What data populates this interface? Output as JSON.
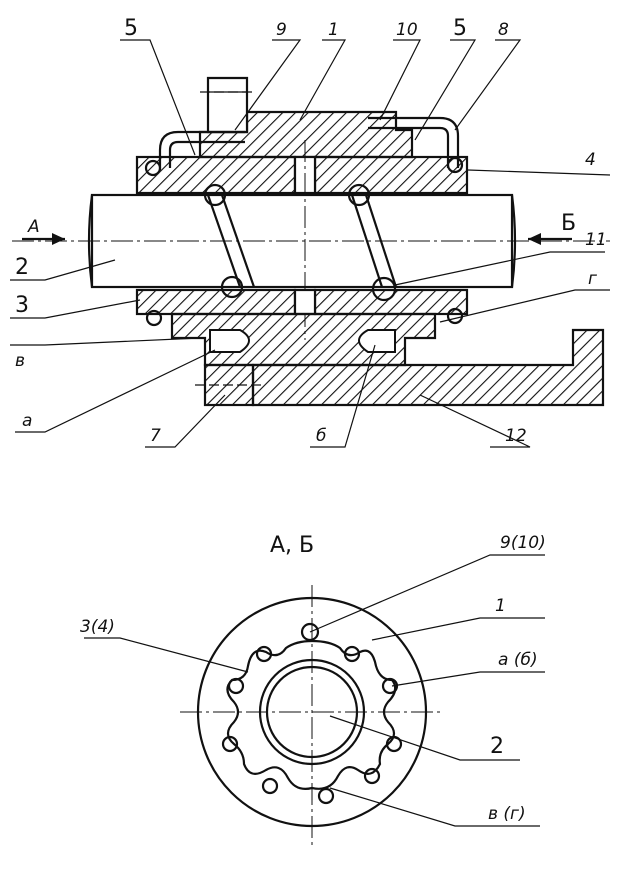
{
  "top_view": {
    "labels": {
      "p5_left": "5",
      "p9": "9",
      "p1": "1",
      "p10": "10",
      "p5_right": "5",
      "p8": "8",
      "p4": "4",
      "p11": "11",
      "p2": "2",
      "p3": "3",
      "p_v": "в",
      "p_g": "г",
      "p_a": "а",
      "p7": "7",
      "p_b": "б",
      "p12": "12"
    },
    "arrow_a": "A",
    "arrow_b": "Б"
  },
  "section": {
    "title": "А, Б",
    "labels": {
      "p9_10": "9(10)",
      "p1": "1",
      "p3_4": "3(4)",
      "p_a_b": "а (б)",
      "p2": "2",
      "p_v_g": "в (г)"
    }
  }
}
